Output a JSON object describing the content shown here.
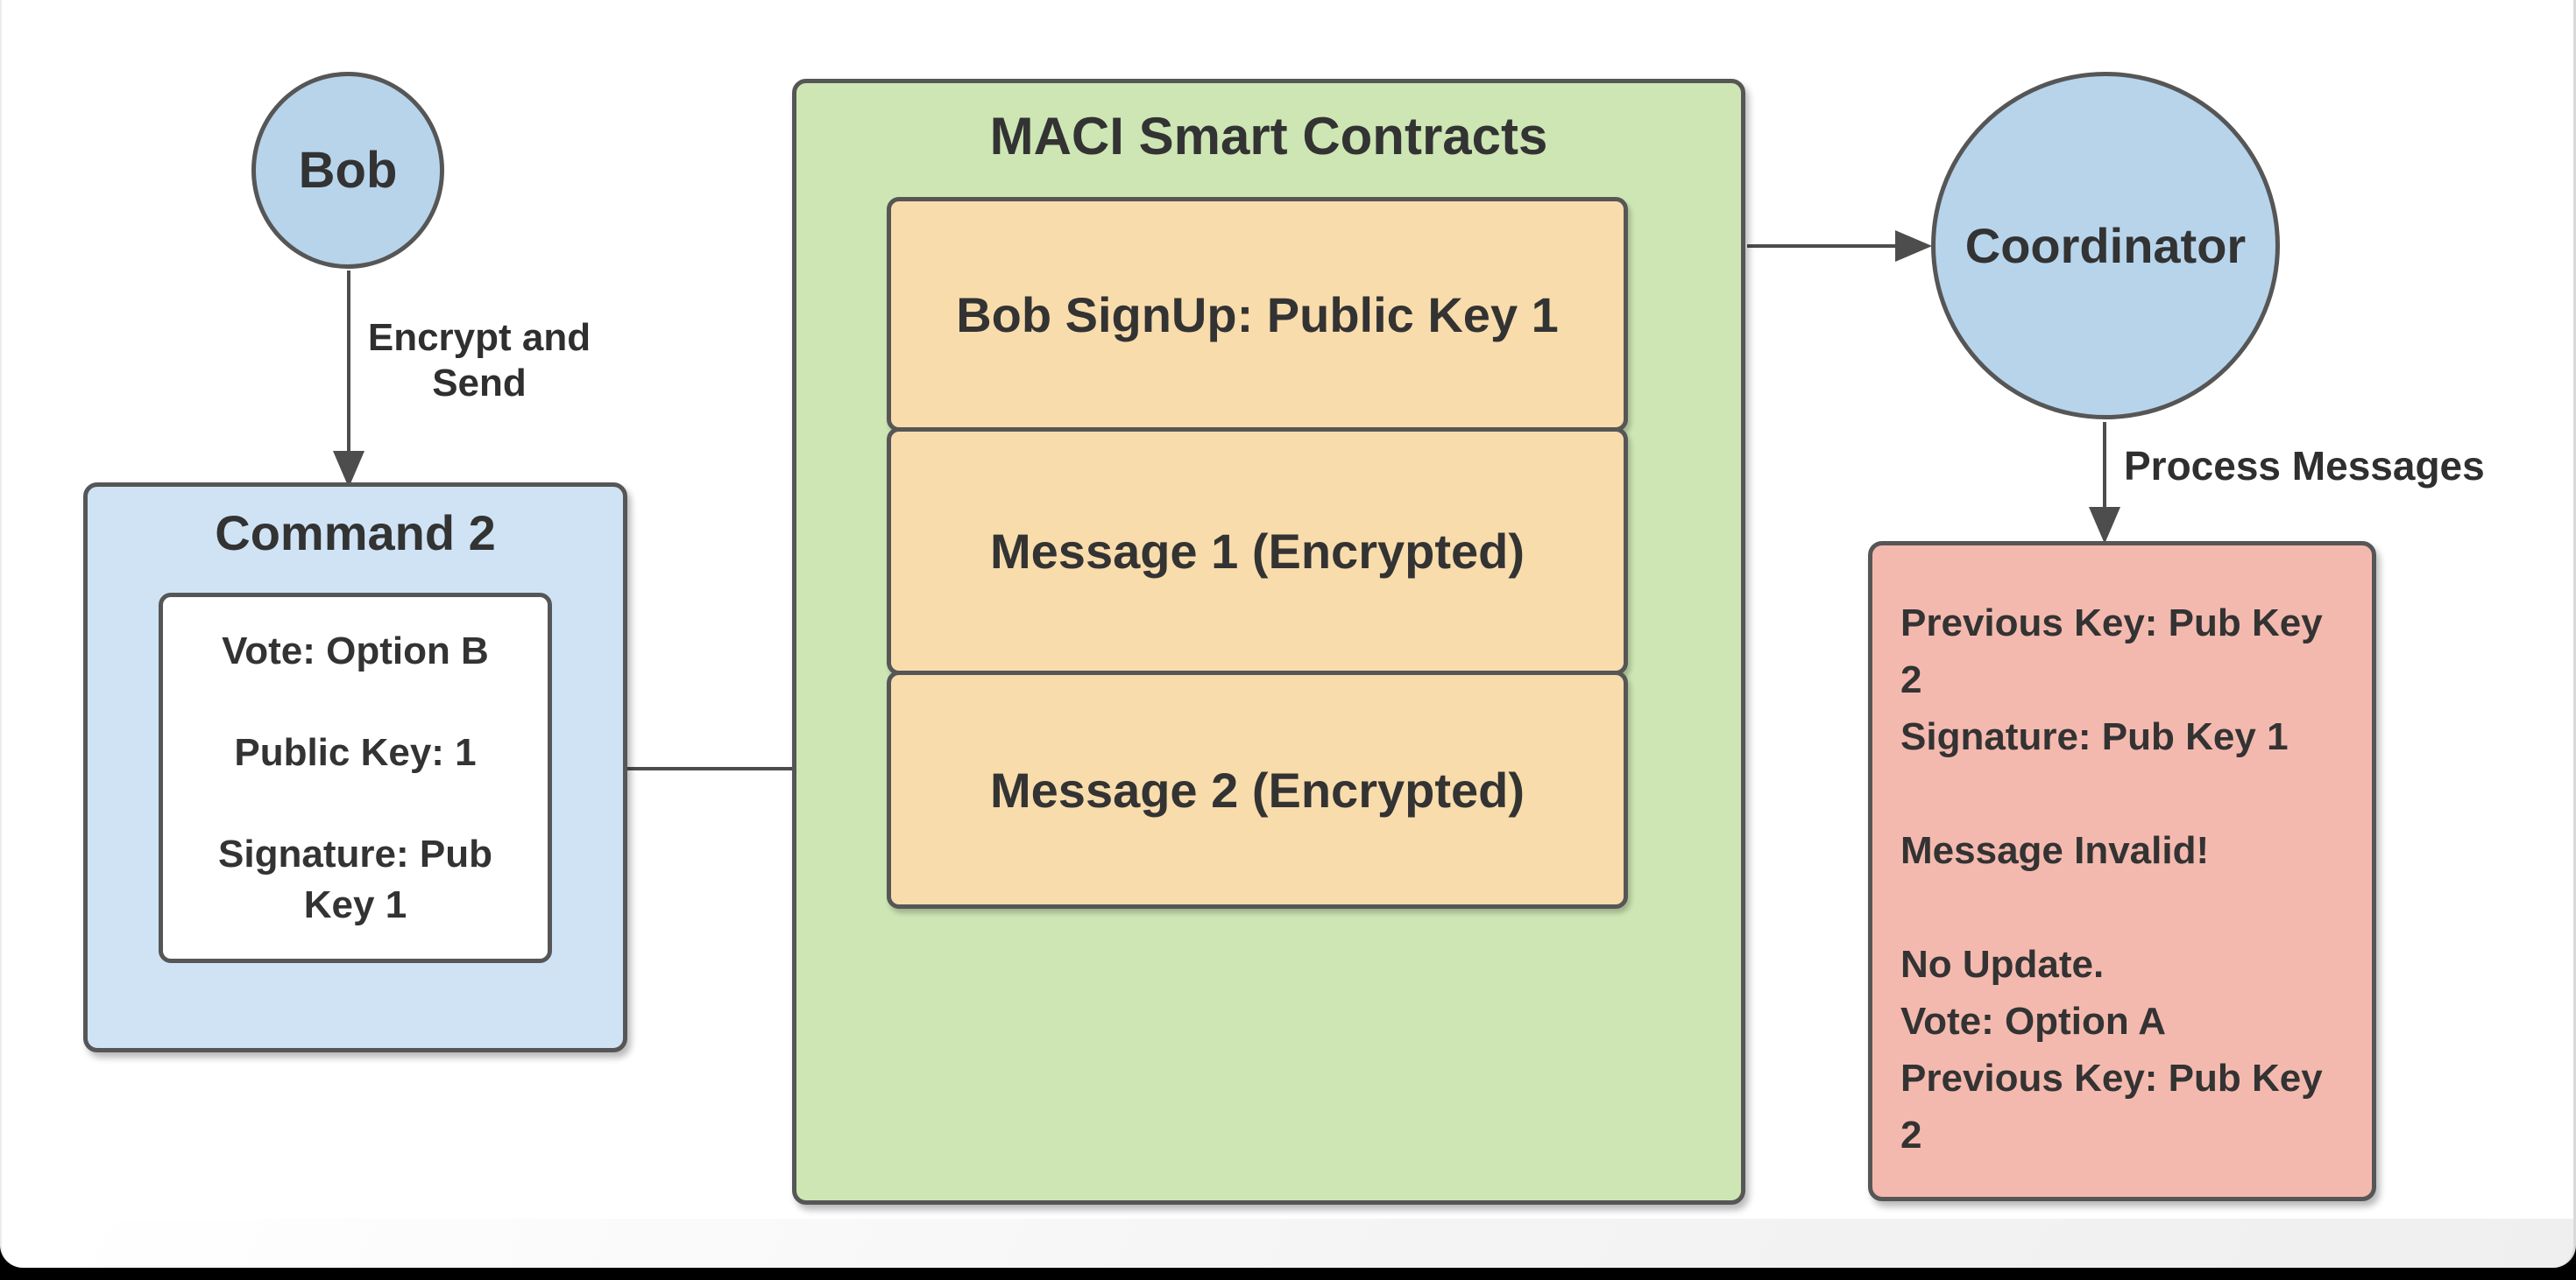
{
  "diagram": {
    "actors": {
      "bob": "Bob",
      "coordinator": "Coordinator"
    },
    "arrows": {
      "encrypt_send": "Encrypt and\nSend",
      "process_messages": "Process Messages"
    },
    "command_box": {
      "title": "Command 2",
      "fields": "Vote: Option B\n\nPublic Key: 1\n\nSignature: Pub Key 1"
    },
    "contracts_box": {
      "title": "MACI Smart Contracts",
      "entries": [
        "Bob SignUp: Public Key 1",
        "Message 1 (Encrypted)",
        "Message 2 (Encrypted)"
      ]
    },
    "result_box": {
      "text": "Previous Key: Pub Key 2\nSignature: Pub Key 1\n\nMessage Invalid!\n\nNo Update.\nVote: Option A\nPrevious Key: Pub Key 2"
    },
    "colors": {
      "node_fill": "#b7d4eb",
      "command_fill": "#cfe3f5",
      "contracts_fill": "#cde6b4",
      "entry_fill": "#f8dcab",
      "result_fill": "#f4b9ae",
      "border": "#565656",
      "text": "#333333",
      "arrow": "#4d4d4d"
    }
  }
}
